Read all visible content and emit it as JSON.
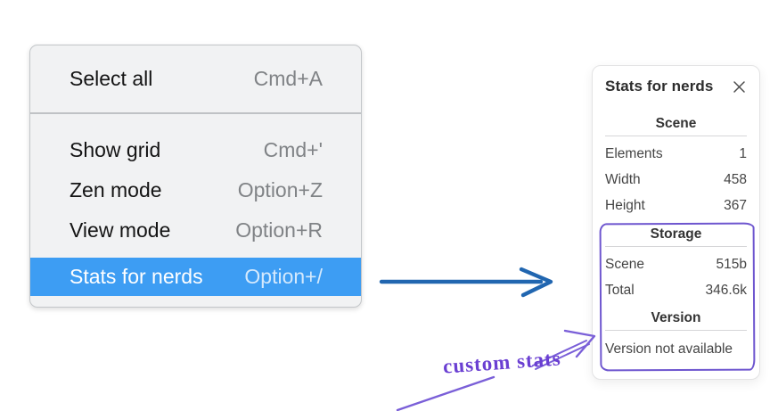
{
  "menu": {
    "items": [
      {
        "label": "Select all",
        "shortcut": "Cmd+A",
        "selected": false
      },
      {
        "label": "Show grid",
        "shortcut": "Cmd+'",
        "selected": false
      },
      {
        "label": "Zen mode",
        "shortcut": "Option+Z",
        "selected": false
      },
      {
        "label": "View mode",
        "shortcut": "Option+R",
        "selected": false
      },
      {
        "label": "Stats for nerds",
        "shortcut": "Option+/",
        "selected": true
      }
    ],
    "highlight_color": "#3d9df3"
  },
  "panel": {
    "title": "Stats for nerds",
    "close_icon": "close-x",
    "sections": [
      {
        "title": "Scene",
        "rows": [
          {
            "label": "Elements",
            "value": "1"
          },
          {
            "label": "Width",
            "value": "458"
          },
          {
            "label": "Height",
            "value": "367"
          }
        ]
      },
      {
        "title": "Storage",
        "rows": [
          {
            "label": "Scene",
            "value": "515b"
          },
          {
            "label": "Total",
            "value": "346.6k"
          }
        ]
      },
      {
        "title": "Version",
        "note": "Version not available"
      }
    ]
  },
  "annotation": {
    "label": "custom stats",
    "text_color": "#6a3fd2",
    "stroke_color": "#7a5fd8",
    "box_color": "#6e56cf",
    "arrow_color": "#2166b0"
  }
}
